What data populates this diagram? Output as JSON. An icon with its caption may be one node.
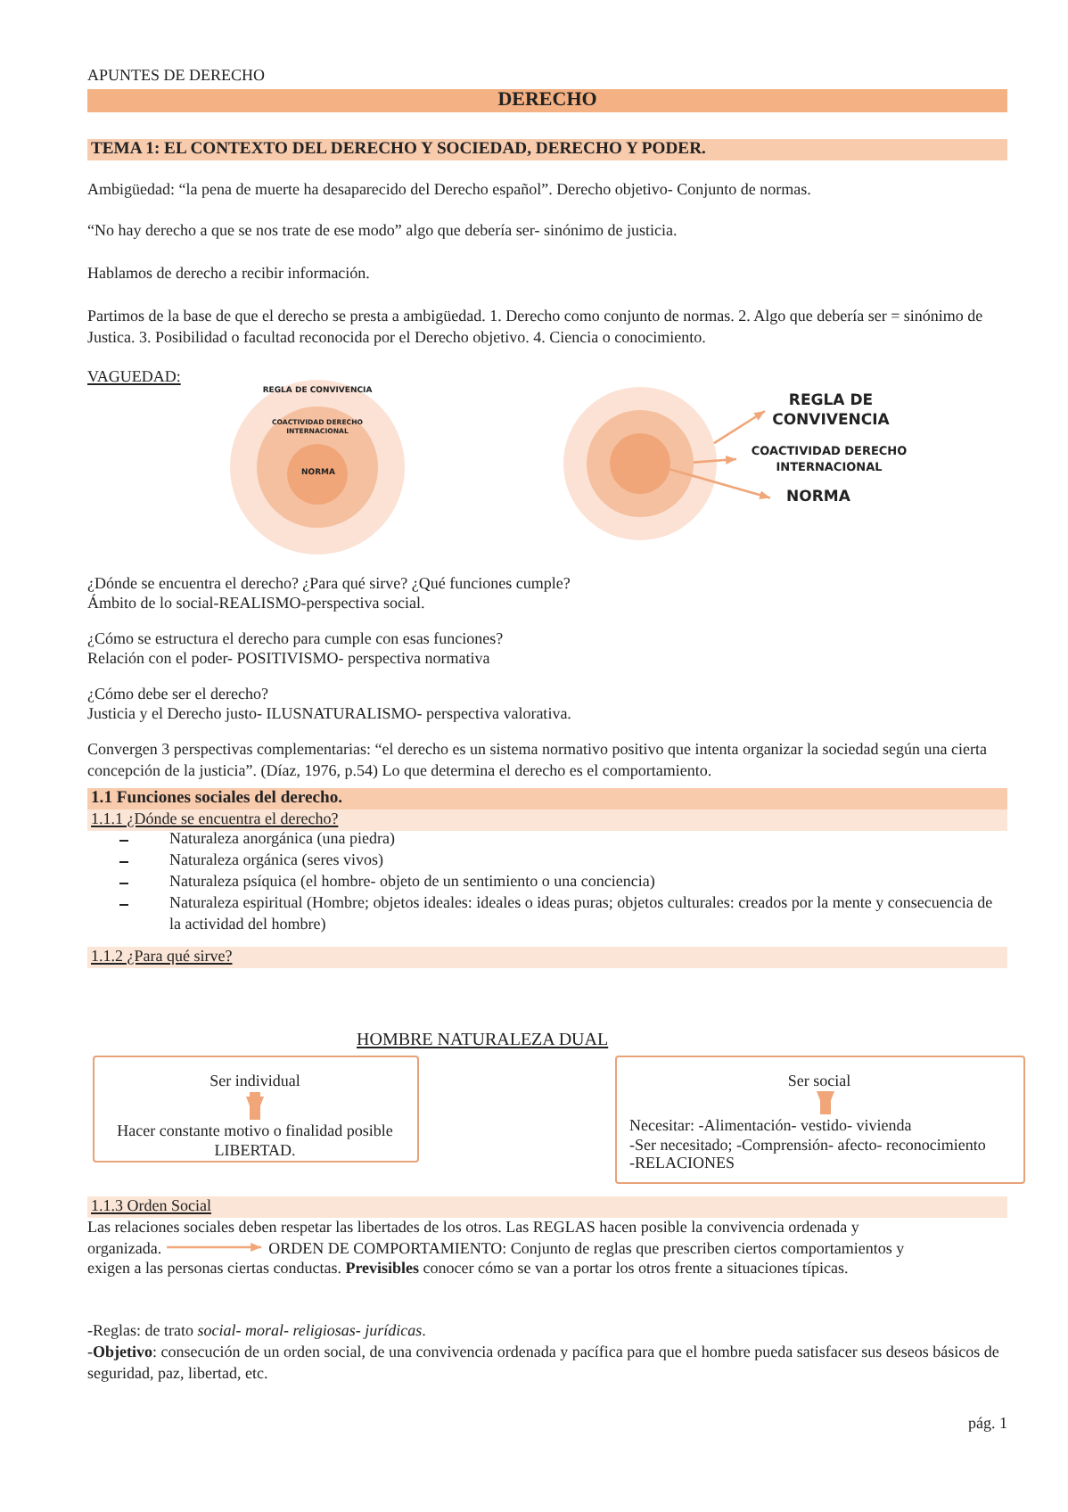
{
  "diagram": {
    "title": "DERECHO",
    "nodes": [
      {
        "text": [
          "REGLA DE CONVIVENCIA"
        ]
      },
      {
        "text": [
          "COACTIVIDAD DERECHO INTERNACIONAL"
        ],
        "in": 0
      },
      {
        "text": [
          "NORMA"
        ],
        "in": 1
      },
      {
        "text": [],
        "shape": "circle"
      },
      {
        "text": [],
        "shape": "circle",
        "in": 3
      },
      {
        "text": [],
        "shape": "circle",
        "in": 4
      },
      {
        "text": [
          "REGLA DE CONVIVENCIA"
        ]
      },
      {
        "text": [
          "COACTIVIDAD DERECHO INTERNACIONAL"
        ]
      },
      {
        "text": [
          "NORMA"
        ]
      },
      {
        "text": [],
        "shape": "box"
      },
      {
        "text": [
          "Ser individual"
        ],
        "in": 9
      },
      {
        "text": [
          "Hacer constante motivo o finalidad posible LIBERTAD."
        ],
        "in": 9
      },
      {
        "text": [],
        "shape": "box"
      },
      {
        "text": [
          "Ser social"
        ],
        "in": 12
      },
      {
        "text": [
          "Necesitar: -Alimentación- vestido- vivienda",
          "-Ser necesitado; -Comprensión- afecto- reconocimiento",
          "-RELACIONES"
        ],
        "in": 12
      },
      {
        "text": [
          "Las relaciones sociales deben respetar las libertades de los otros. Las REGLAS hacen posible la convivencia ordenada y organizada."
        ]
      },
      {
        "text": [
          "ORDEN DE COMPORTAMIENTO: Conjunto de reglas que prescriben ciertos comportamientos y exigen a las personas ciertas conductas. **Previsibles** conocer cómo se van a portar los otros frente a situaciones típicas."
        ]
      }
    ],
    "edges": [
      {
        "from": 3,
        "to": 6,
        "arrow": "to"
      },
      {
        "from": 4,
        "to": 7,
        "arrow": "to"
      },
      {
        "from": 5,
        "to": 8,
        "arrow": "to"
      },
      {
        "from": 10,
        "to": 11,
        "arrow": "to",
        "style": "thick"
      },
      {
        "from": 13,
        "to": 14,
        "arrow": "to",
        "style": "thick"
      },
      {
        "from": 15,
        "to": 16,
        "arrow": "to"
      }
    ],
    "labels": [
      "APUNTES DE DERECHO",
      "TEMA 1: EL CONTEXTO DEL DERECHO Y SOCIEDAD, DERECHO Y PODER.",
      "Ambigüedad: “la pena de muerte ha desaparecido del Derecho español”. Derecho objetivo- Conjunto de normas.",
      "“No hay derecho a que se nos trate de ese modo” algo que debería ser- sinónimo de justicia.",
      "Hablamos de derecho a recibir información.",
      "Partimos de la base de que el derecho se presta a ambigüedad. 1. Derecho como conjunto de normas. 2. Algo que debería ser = sinónimo de Justica. 3. Posibilidad o facultad reconocida por el Derecho objetivo. 4. Ciencia o conocimiento.",
      "VAGUEDAD:",
      "¿Dónde se encuentra el derecho? ¿Para qué sirve? ¿Qué funciones cumple?",
      "Ámbito de lo social-REALISMO-perspectiva social.",
      "¿Cómo se estructura el derecho para cumple con esas funciones?",
      "Relación con el poder- POSITIVISMO- perspectiva normativa",
      "¿Cómo debe ser el derecho?",
      "Justicia y el Derecho justo- ILUSNATURALISMO- perspectiva valorativa.",
      "Convergen 3 perspectivas complementarias: “el derecho es un sistema normativo positivo que intenta organizar la sociedad según una cierta concepción de la justicia”. (Díaz, 1976, p.54) Lo que determina el derecho es el comportamiento.",
      "1.1 Funciones sociales del derecho.",
      "1.1.1 ¿Dónde se encuentra el derecho?",
      "Naturaleza anorgánica (una piedra)",
      "Naturaleza orgánica (seres vivos)",
      "Naturaleza psíquica (el hombre- objeto de un sentimiento o una conciencia)",
      "Naturaleza espiritual (Hombre; objetos ideales: ideales o ideas puras; objetos culturales: creados por la mente y consecuencia de la actividad del hombre)",
      "1.1.2 ¿Para qué sirve?",
      "HOMBRE NATURALEZA DUAL",
      "1.1.3 Orden Social",
      "-Reglas: de trato *social- moral- religiosas- jurídicas*.",
      "-**Objetivo**: consecución de un orden social, de una convivencia ordenada y pacífica para que el hombre pueda satisfacer sus deseos básicos de seguridad, paz, libertad, etc.",
      "pág. 1"
    ]
  }
}
